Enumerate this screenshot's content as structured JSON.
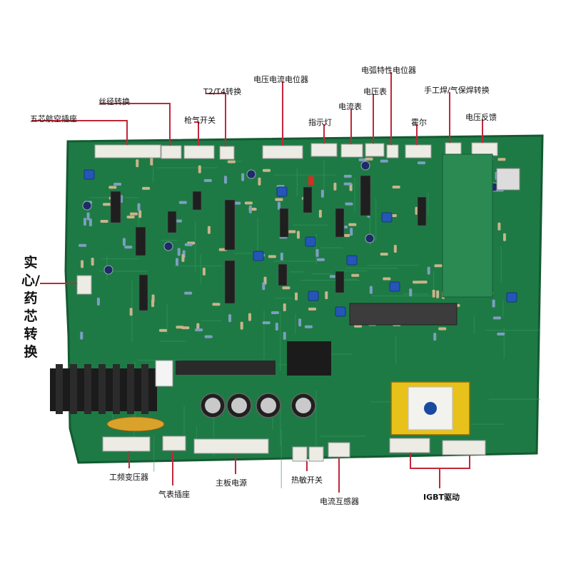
{
  "labels": {
    "five_core_socket": "五芯航空插座",
    "wire_dia_switch": "丝径转换",
    "t2t4_switch": "T2/T4转换",
    "gun_switch": "枪气开关",
    "vi_pot": "电压电流电位器",
    "indicator": "指示灯",
    "ammeter": "电流表",
    "voltmeter": "电压表",
    "arc_pot": "电弧特性电位器",
    "hall": "霍尔",
    "manual_switch": "手工焊/气保焊转换",
    "voltage_feedback": "电压反馈",
    "solid_flux": "实心/药芯转换",
    "pf_transformer": "工频变压器",
    "gas_socket": "气表插座",
    "main_power": "主板电源",
    "thermal_switch": "热敏开关",
    "ct": "电流互感器",
    "igbt_drive": "IGBT驱动"
  },
  "colors": {
    "board": "#1e7a45",
    "board_dark": "#145a32",
    "leader": "#c0283a",
    "connector": "#ecebe4",
    "pot_blue": "#2456b8",
    "heatsink": "#1b1b1b",
    "transformer_yellow": "#e8c21a"
  }
}
